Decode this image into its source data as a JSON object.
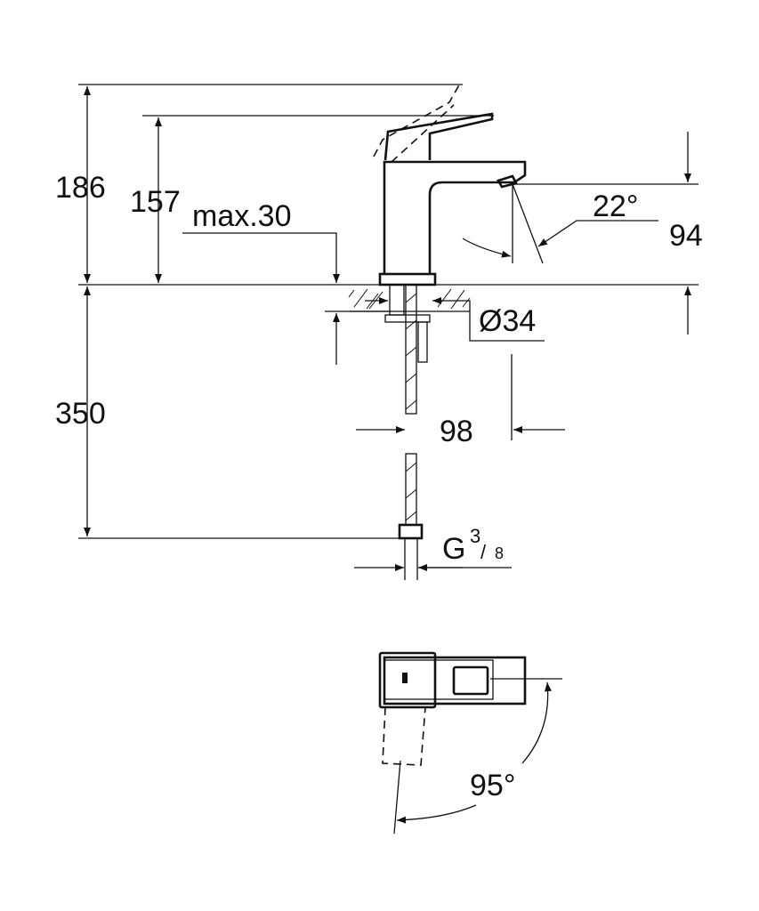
{
  "dimensions": {
    "total_height": "186",
    "spout_height": "157",
    "max_counter_thickness": "max.30",
    "spray_angle": "22°",
    "outlet_height": "94",
    "hole_diameter": "Ø34",
    "hose_length": "350",
    "spout_reach": "98",
    "connection_thread": "G",
    "thread_num": "3",
    "thread_den": "8",
    "lever_rotation": "95°"
  },
  "colors": {
    "line": "#111111",
    "background": "#ffffff"
  }
}
